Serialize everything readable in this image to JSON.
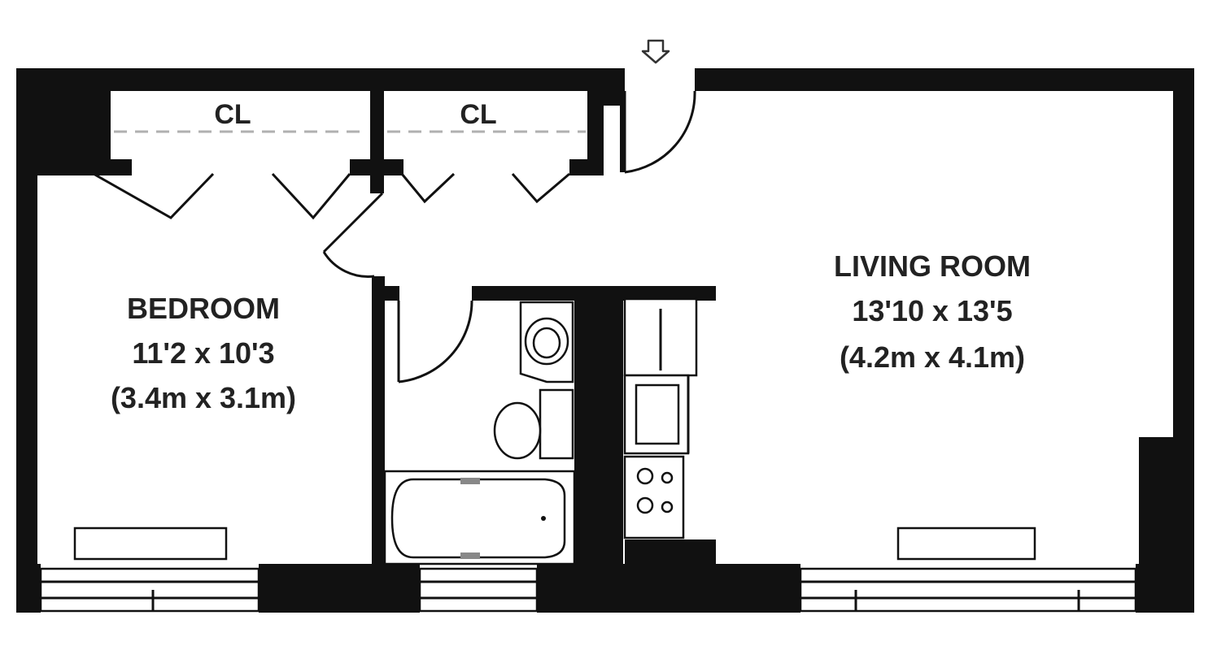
{
  "rooms": {
    "closet_1": {
      "label": "CL"
    },
    "closet_2": {
      "label": "CL"
    },
    "bedroom": {
      "name": "BEDROOM",
      "size_ft": "11'2 x 10'3",
      "size_m": "(3.4m x 3.1m)"
    },
    "living_room": {
      "name": "LIVING ROOM",
      "size_ft": "13'10 x 13'5",
      "size_m": "(4.2m x 4.1m)"
    }
  },
  "colors": {
    "wall": "#111111",
    "text": "#222222",
    "closet_rod": "#b0b0b0",
    "background": "#ffffff"
  },
  "icons": {
    "entrance": "down-arrow-icon"
  }
}
